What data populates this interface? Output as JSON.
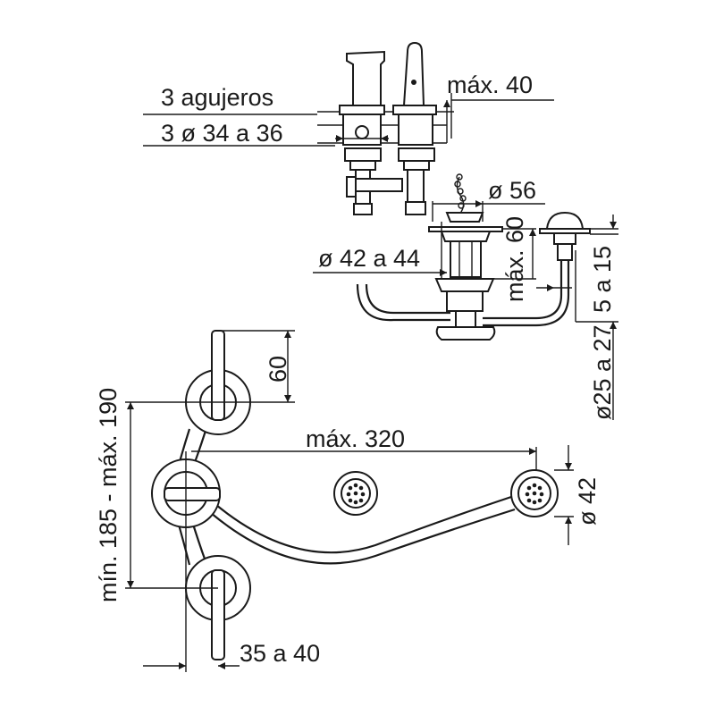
{
  "dimensions": {
    "holes_title": "3 agujeros",
    "holes_diameter": "3 ø 34 a 36",
    "max_40": "máx. 40",
    "diam_56": "ø 56",
    "max_60_top": "máx. 60",
    "diam_42_44": "ø 42 a 44",
    "range_5_15": "5 a 15",
    "diam_25_27": "ø25 a 27",
    "dim_60": "60",
    "max_320": "máx. 320",
    "diam_42": "ø 42",
    "min_max_185_190": "mín. 185 - máx. 190",
    "range_35_40": "35 a 40"
  }
}
